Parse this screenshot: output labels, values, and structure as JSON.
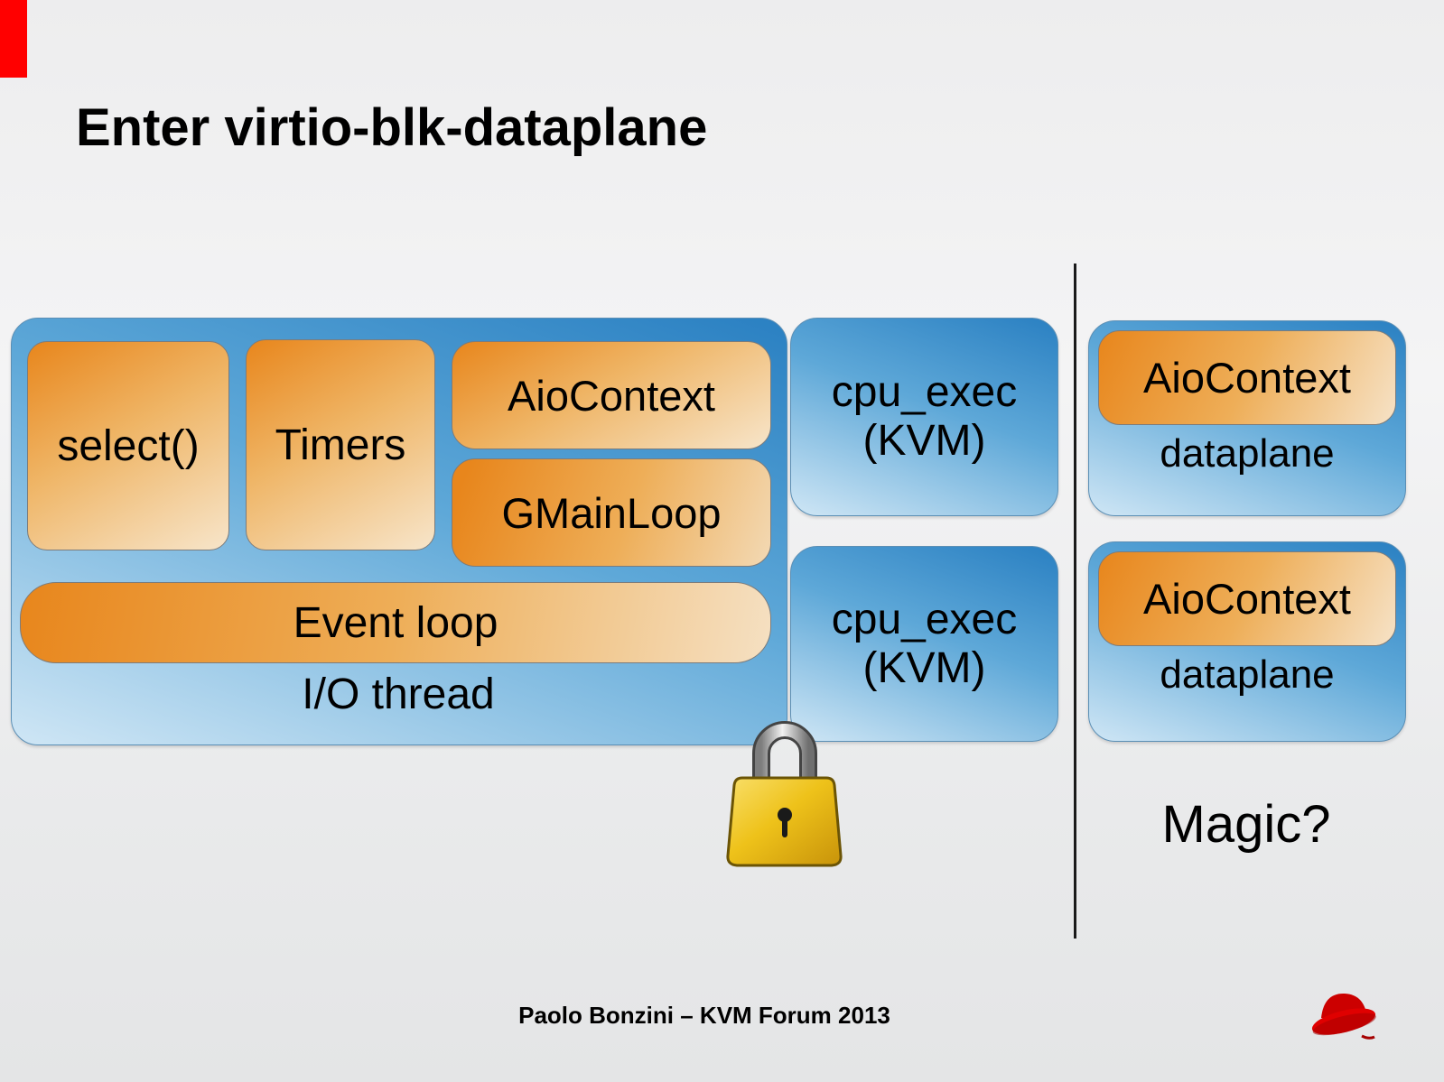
{
  "slide": {
    "title": "Enter virtio-blk-dataplane",
    "footer": "Paolo Bonzini – KVM Forum 2013",
    "magic_label": "Magic?"
  },
  "io_thread": {
    "label": "I/O thread",
    "select_label": "select()",
    "timers_label": "Timers",
    "aiocontext_label": "AioContext",
    "gmainloop_label": "GMainLoop",
    "event_loop_label": "Event loop"
  },
  "cpu_boxes": [
    {
      "line1": "cpu_exec",
      "line2": "(KVM)"
    },
    {
      "line1": "cpu_exec",
      "line2": "(KVM)"
    }
  ],
  "dataplane_boxes": [
    {
      "aiocontext_label": "AioContext",
      "label": "dataplane"
    },
    {
      "aiocontext_label": "AioContext",
      "label": "dataplane"
    }
  ],
  "icons": {
    "lock": "lock-icon",
    "redhat": "redhat-logo"
  },
  "colors": {
    "corner_red": "#ff0000",
    "blue_dark": "#2a80c2",
    "blue_light": "#cfe6f5",
    "orange_dark": "#e8861c",
    "orange_light": "#f6e2c6",
    "lock_gold": "#e8b90f"
  }
}
